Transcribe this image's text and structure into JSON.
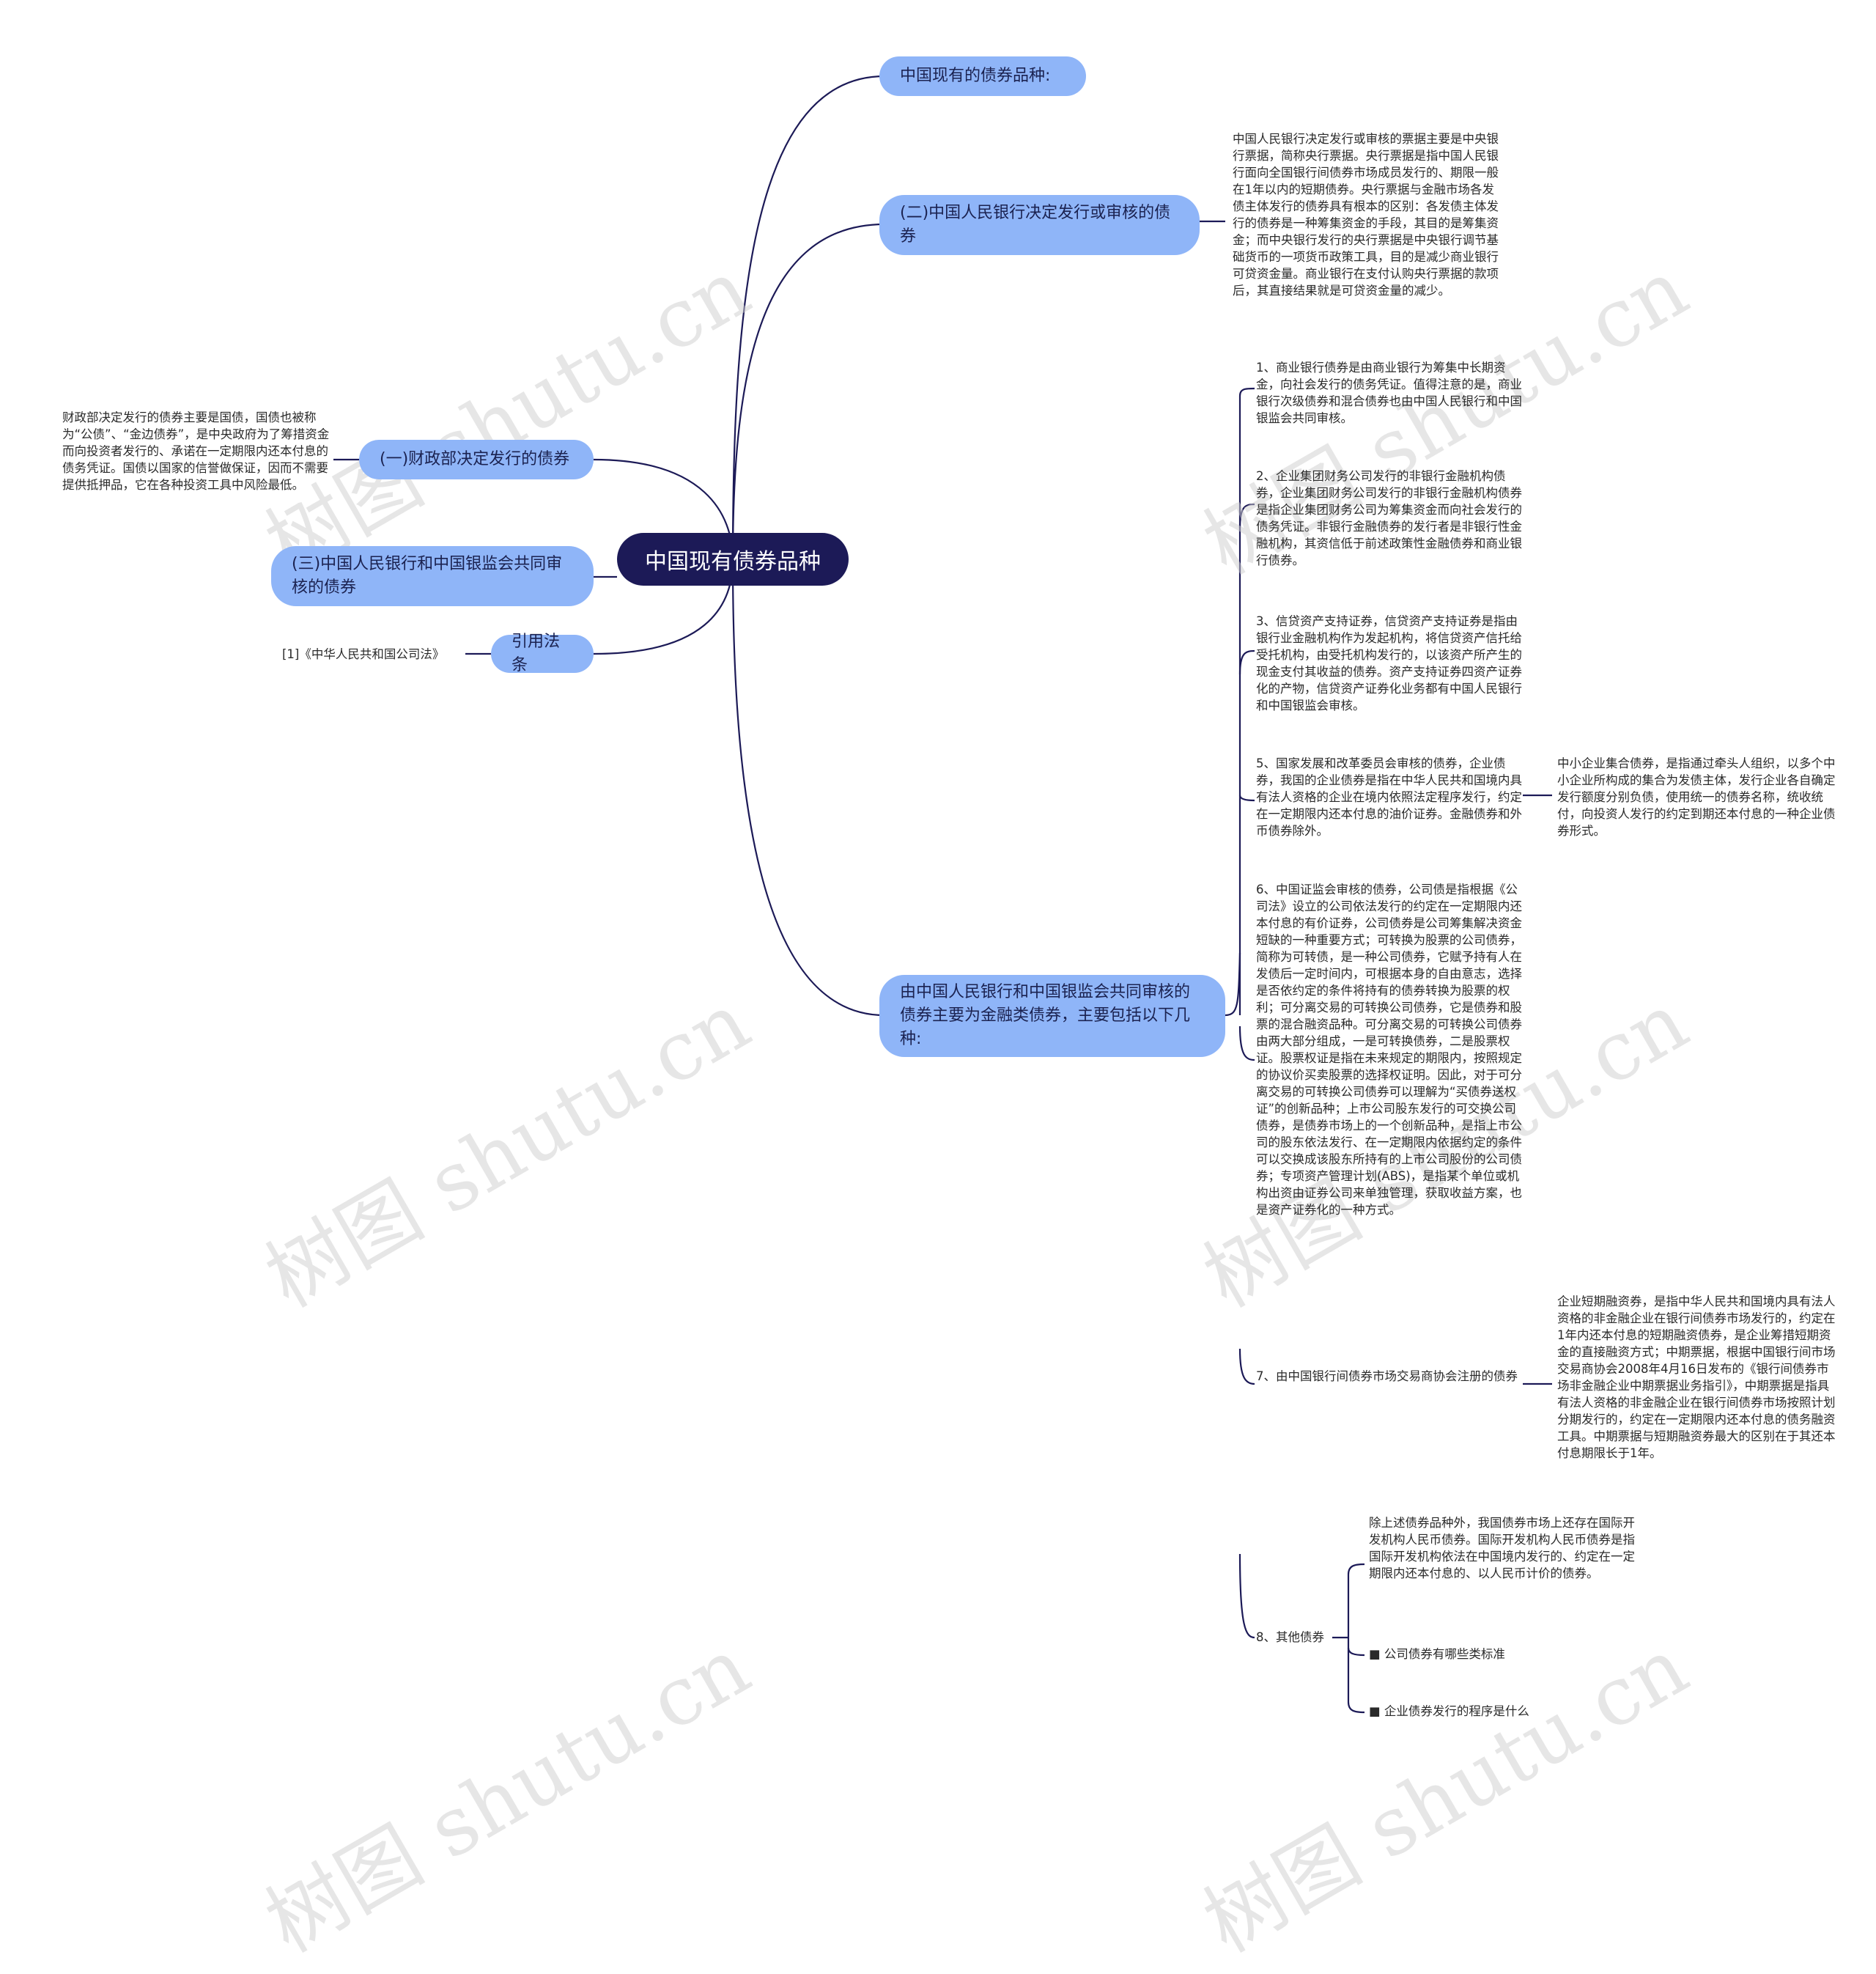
{
  "root": {
    "label": "中国现有债券品种"
  },
  "branches": {
    "top": "中国现有的债券品种:",
    "pboc": "(二)中国人民银行决定发行或审核的债券",
    "mof": "(一)财政部决定发行的债券",
    "joint": "(三)中国人民银行和中国银监会共同审核的债券",
    "law": "引用法条",
    "financial": "由中国人民银行和中国银监会共同审核的债券主要为金融类债券，主要包括以下几种:"
  },
  "texts": {
    "pboc_desc": "中国人民银行决定发行或审核的票据主要是中央银行票据，简称央行票据。央行票据是指中国人民银行面向全国银行间债券市场成员发行的、期限一般在1年以内的短期债券。央行票据与金融市场各发债主体发行的债券具有根本的区别：各发债主体发行的债券是一种筹集资金的手段，其目的是筹集资金；而中央银行发行的央行票据是中央银行调节基础货币的一项货币政策工具，目的是减少商业银行可贷资金量。商业银行在支付认购央行票据的款项后，其直接结果就是可贷资金量的减少。",
    "mof_desc": "财政部决定发行的债券主要是国债，国债也被称为“公债”、“金边债券”，是中央政府为了筹措资金而向投资者发行的、承诺在一定期限内还本付息的债务凭证。国债以国家的信誉做保证，因而不需要提供抵押品，它在各种投资工具中风险最低。",
    "law_ref": "[1]《中华人民共和国公司法》",
    "item1": "1、商业银行债券是由商业银行为筹集中长期资金，向社会发行的债务凭证。值得注意的是，商业银行次级债券和混合债券也由中国人民银行和中国银监会共同审核。",
    "item2": "2、企业集团财务公司发行的非银行金融机构债券，企业集团财务公司发行的非银行金融机构债券是指企业集团财务公司为筹集资金而向社会发行的债务凭证。非银行金融债券的发行者是非银行性金融机构，其资信低于前述政策性金融债券和商业银行债券。",
    "item3": "3、信贷资产支持证券，信贷资产支持证券是指由银行业金融机构作为发起机构，将信贷资产信托给受托机构，由受托机构发行的，以该资产所产生的现金支付其收益的债券。资产支持证券四资产证券化的产物，信贷资产证券化业务都有中国人民银行和中国银监会审核。",
    "item5": "5、国家发展和改革委员会审核的债券，企业债券，我国的企业债券是指在中华人民共和国境内具有法人资格的企业在境内依照法定程序发行，约定在一定期限内还本付息的油价证券。金融债券和外币债券除外。",
    "item5_sub": "中小企业集合债券，是指通过牵头人组织，以多个中小企业所构成的集合为发债主体，发行企业各自确定发行额度分别负债，使用统一的债券名称，统收统付，向投资人发行的约定到期还本付息的一种企业债券形式。",
    "item6": "6、中国证监会审核的债券，公司债是指根据《公司法》设立的公司依法发行的约定在一定期限内还本付息的有价证券，公司债券是公司筹集解决资金短缺的一种重要方式；可转换为股票的公司债券，简称为可转债，是一种公司债券，它赋予持有人在发债后一定时间内，可根据本身的自由意志，选择是否依约定的条件将持有的债券转换为股票的权利；可分离交易的可转换公司债券，它是债券和股票的混合融资品种。可分离交易的可转换公司债券由两大部分组成，一是可转换债券，二是股票权证。股票权证是指在未来规定的期限内，按照规定的协议价买卖股票的选择权证明。因此，对于可分离交易的可转换公司债券可以理解为“买债券送权证”的创新品种；上市公司股东发行的可交换公司债券，是债券市场上的一个创新品种，是指上市公司的股东依法发行、在一定期限内依据约定的条件可以交换成该股东所持有的上市公司股份的公司债券；专项资产管理计划(ABS)，是指某个单位或机构出资由证券公司来单独管理，获取收益方案，也是资产证券化的一种方式。",
    "item7": "7、由中国银行间债券市场交易商协会注册的债券",
    "item7_sub": "企业短期融资券，是指中华人民共和国境内具有法人资格的非金融企业在银行间债券市场发行的，约定在1年内还本付息的短期融资债券，是企业筹措短期资金的直接融资方式；中期票据，根据中国银行间市场交易商协会2008年4月16日发布的《银行间债券市场非金融企业中期票据业务指引》，中期票据是指具有法人资格的非金融企业在银行间债券市场按照计划分期发行的，约定在一定期限内还本付息的债务融资工具。中期票据与短期融资券最大的区别在于其还本付息期限长于1年。",
    "item8": "8、其他债券",
    "item8_sub1": "除上述债券品种外，我国债券市场上还存在国际开发机构人民币债券。国际开发机构人民币债券是指国际开发机构依法在中国境内发行的、约定在一定期限内还本付息的、以人民币计价的债券。",
    "item8_sub2": "公司债券有哪些类标准",
    "item8_sub3": "企业债券发行的程序是什么"
  },
  "watermark": "树图 shutu.cn",
  "colors": {
    "root": "#1c1a57",
    "branch": "#8fb5f8",
    "line": "#1c1a57"
  }
}
